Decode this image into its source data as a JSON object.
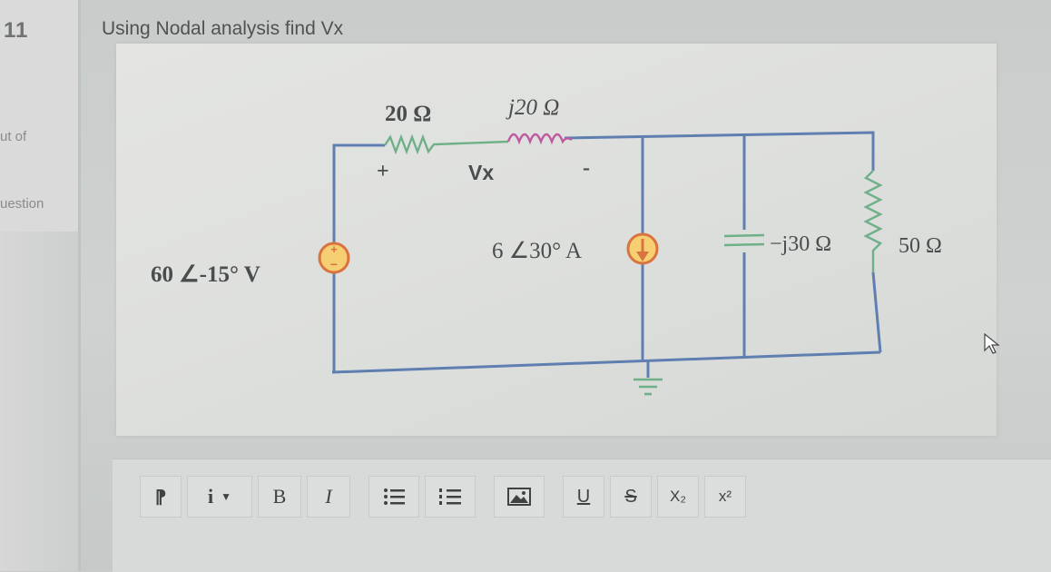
{
  "sidebar": {
    "question_number": "11",
    "out_of_fragment": "ut of",
    "question_fragment": "uestion"
  },
  "question": {
    "text": "Using Nodal analysis find Vx"
  },
  "circuit": {
    "resistor_20": "20 Ω",
    "inductor_j20": "j20 Ω",
    "plus_sign": "+",
    "vx_label": "Vx",
    "minus_sign": "-",
    "voltage_source": "60 ∠-15° V",
    "current_source": "6 ∠30° A",
    "capacitor": "−j30 Ω",
    "resistor_50": "50 Ω"
  },
  "toolbar": {
    "format_icon": "paragraph-format-icon",
    "italic_dropdown_label": "i",
    "bold_label": "B",
    "italic_label": "I",
    "bullet_list_icon": "bullet-list-icon",
    "numbered_list_icon": "numbered-list-icon",
    "image_icon": "image-icon",
    "underline_label": "U",
    "strikethrough_label": "S",
    "subscript_label": "X₂",
    "superscript_label": "x²"
  },
  "colors": {
    "wire": "#5f7fb0",
    "source_fill": "#f6cf72",
    "source_ring": "#d9733f"
  }
}
